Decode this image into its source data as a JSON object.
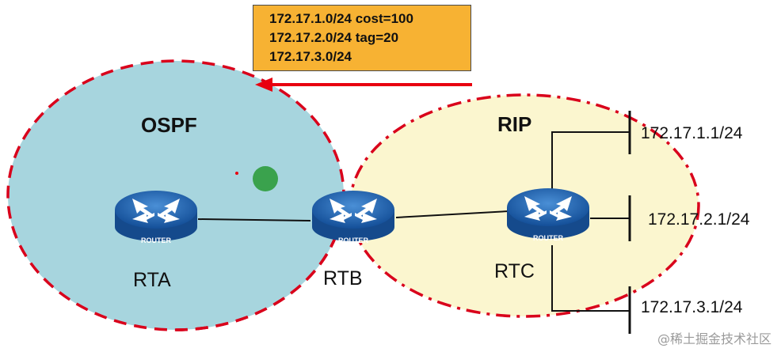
{
  "route_box": {
    "lines": [
      "172.17.1.0/24 cost=100",
      "172.17.2.0/24 tag=20",
      "172.17.3.0/24"
    ],
    "color": "#f7b233"
  },
  "domains": {
    "ospf": {
      "label": "OSPF",
      "color": "#a7d5de"
    },
    "rip": {
      "label": "RIP",
      "color": "#fbf6cf"
    }
  },
  "routers": {
    "rta": {
      "label": "RTA",
      "badge": "ROUTER"
    },
    "rtb": {
      "label": "RTB",
      "badge": "ROUTER"
    },
    "rtc": {
      "label": "RTC",
      "badge": "ROUTER"
    }
  },
  "networks": [
    "172.17.1.1/24",
    "172.17.2.1/24",
    "172.17.3.1/24"
  ],
  "arrow_color": "#e8000f",
  "border_color": "#d9001b",
  "router_color": "#1a5fae",
  "watermark": "@稀土掘金技术社区"
}
